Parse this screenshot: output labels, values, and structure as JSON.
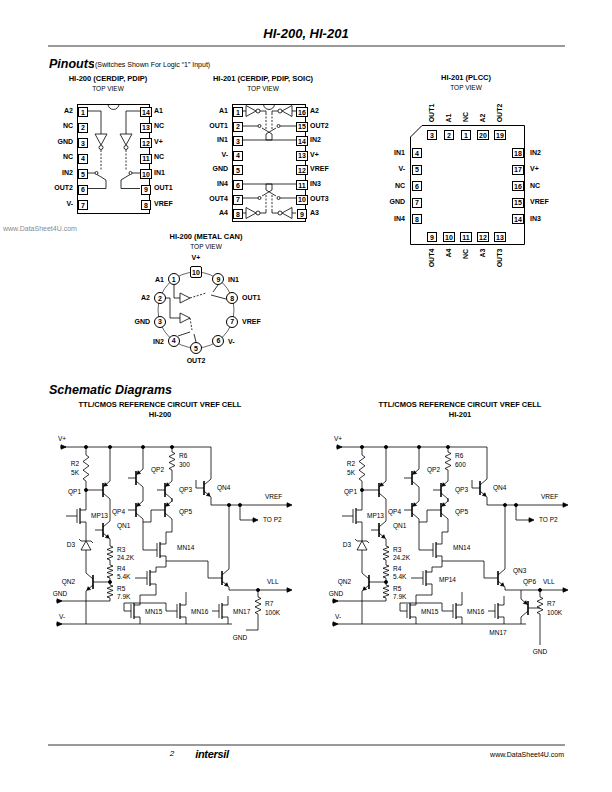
{
  "diagram": {
    "title": "HI-200, HI-201",
    "nodes": [
      {
        "text": [
          "HI-200 (CERDIP, PDIP)",
          "TOP VIEW"
        ]
      },
      {
        "text": [
          "1"
        ],
        "in": 0
      },
      {
        "text": [
          "2"
        ],
        "in": 0
      },
      {
        "text": [
          "3"
        ],
        "in": 0
      },
      {
        "text": [
          "4"
        ],
        "in": 0
      },
      {
        "text": [
          "5"
        ],
        "in": 0
      },
      {
        "text": [
          "6"
        ],
        "in": 0
      },
      {
        "text": [
          "7"
        ],
        "in": 0
      },
      {
        "text": [
          "8"
        ],
        "in": 0
      },
      {
        "text": [
          "9"
        ],
        "in": 0
      },
      {
        "text": [
          "10"
        ],
        "in": 0
      },
      {
        "text": [
          "11"
        ],
        "in": 0
      },
      {
        "text": [
          "12"
        ],
        "in": 0
      },
      {
        "text": [
          "13"
        ],
        "in": 0
      },
      {
        "text": [
          "14"
        ],
        "in": 0
      },
      {
        "text": [
          "HI-201 (CERDIP, PDIP, SOIC)",
          "TOP VIEW"
        ]
      },
      {
        "text": [
          "1"
        ],
        "in": 15
      },
      {
        "text": [
          "2"
        ],
        "in": 15
      },
      {
        "text": [
          "3"
        ],
        "in": 15
      },
      {
        "text": [
          "4"
        ],
        "in": 15
      },
      {
        "text": [
          "5"
        ],
        "in": 15
      },
      {
        "text": [
          "6"
        ],
        "in": 15
      },
      {
        "text": [
          "7"
        ],
        "in": 15
      },
      {
        "text": [
          "8"
        ],
        "in": 15
      },
      {
        "text": [
          "9"
        ],
        "in": 15
      },
      {
        "text": [
          "10"
        ],
        "in": 15
      },
      {
        "text": [
          "11"
        ],
        "in": 15
      },
      {
        "text": [
          "12"
        ],
        "in": 15
      },
      {
        "text": [
          "13"
        ],
        "in": 15
      },
      {
        "text": [
          "14"
        ],
        "in": 15
      },
      {
        "text": [
          "15"
        ],
        "in": 15
      },
      {
        "text": [
          "16"
        ],
        "in": 15
      },
      {
        "text": [
          "HI-201 (PLCC)",
          "TOP VIEW"
        ]
      },
      {
        "text": [
          "1"
        ],
        "in": 32
      },
      {
        "text": [
          "2"
        ],
        "in": 32
      },
      {
        "text": [
          "3"
        ],
        "in": 32
      },
      {
        "text": [
          "4"
        ],
        "in": 32
      },
      {
        "text": [
          "5"
        ],
        "in": 32
      },
      {
        "text": [
          "6"
        ],
        "in": 32
      },
      {
        "text": [
          "7"
        ],
        "in": 32
      },
      {
        "text": [
          "8"
        ],
        "in": 32
      },
      {
        "text": [
          "9"
        ],
        "in": 32
      },
      {
        "text": [
          "10"
        ],
        "in": 32
      },
      {
        "text": [
          "11"
        ],
        "in": 32
      },
      {
        "text": [
          "12"
        ],
        "in": 32
      },
      {
        "text": [
          "13"
        ],
        "in": 32
      },
      {
        "text": [
          "14"
        ],
        "in": 32
      },
      {
        "text": [
          "15"
        ],
        "in": 32
      },
      {
        "text": [
          "16"
        ],
        "in": 32
      },
      {
        "text": [
          "17"
        ],
        "in": 32
      },
      {
        "text": [
          "18"
        ],
        "in": 32
      },
      {
        "text": [
          "19"
        ],
        "in": 32
      },
      {
        "text": [
          "20"
        ],
        "in": 32
      },
      {
        "text": [
          "HI-200 (METAL CAN)",
          "TOP VIEW"
        ]
      },
      {
        "text": [
          "1"
        ],
        "in": 53
      },
      {
        "text": [
          "2"
        ],
        "in": 53
      },
      {
        "text": [
          "3"
        ],
        "in": 53
      },
      {
        "text": [
          "4"
        ],
        "in": 53
      },
      {
        "text": [
          "5"
        ],
        "in": 53
      },
      {
        "text": [
          "6"
        ],
        "in": 53
      },
      {
        "text": [
          "7"
        ],
        "in": 53
      },
      {
        "text": [
          "8"
        ],
        "in": 53
      },
      {
        "text": [
          "9"
        ],
        "in": 53
      },
      {
        "text": [
          "10"
        ],
        "in": 53
      }
    ],
    "labels": [
      "Pinouts",
      "(Switches Shown For Logic “1” Input)",
      "A2",
      "NC",
      "GND",
      "NC",
      "IN2",
      "OUT2",
      "V-",
      "A1",
      "NC",
      "V+",
      "NC",
      "IN1",
      "OUT1",
      "VREF",
      "A1",
      "OUT1",
      "IN1",
      "V-",
      "GND",
      "IN4",
      "OUT4",
      "A4",
      "A2",
      "OUT2",
      "IN2",
      "V+",
      "VREF",
      "IN3",
      "OUT3",
      "A3",
      "OUT1",
      "A1",
      "NC",
      "A2",
      "OUT2",
      "IN1",
      "V-",
      "NC",
      "GND",
      "IN4",
      "IN2",
      "V+",
      "NC",
      "VREF",
      "IN3",
      "OUT4",
      "A4",
      "NC",
      "A3",
      "OUT3",
      "V+",
      "A1",
      "A2",
      "GND",
      "IN2",
      "OUT2",
      "V-",
      "VREF",
      "OUT1",
      "IN1",
      "Schematic Diagrams",
      "TTL/CMOS REFERENCE CIRCUIT VREF CELL",
      "HI-200",
      "TTL/CMOS REFERENCE CIRCUIT VREF CELL",
      "HI-201",
      "V+",
      "R2",
      "5K",
      "R6",
      "300",
      "QP1",
      "QP2",
      "QP3",
      "QN4",
      "VREF",
      "TO P2",
      "QP4",
      "QP5",
      "MP13",
      "QN1",
      "D3",
      "R3",
      "24.2K",
      "MN14",
      "R4",
      "5.4K",
      "QN2",
      "VLL",
      "R5",
      "7.9K",
      "GND",
      "MN15",
      "MN16",
      "MN17",
      "R7",
      "100K",
      "V-",
      "GND",
      "V+",
      "R2",
      "5K",
      "R6",
      "600",
      "QP1",
      "QP2",
      "QP3",
      "QN4",
      "VREF",
      "TO P2",
      "QP4",
      "QP5",
      "MP13",
      "QN1",
      "D3",
      "R3",
      "24.2K",
      "MN14",
      "MP14",
      "R4",
      "5.4K",
      "QN2",
      "QN3",
      "VLL",
      "R5",
      "7.9K",
      "GND",
      "MN15",
      "MN16",
      "MN17",
      "QP6",
      "R7",
      "100K",
      "V-",
      "GND",
      "2",
      "intersil",
      "www.DataSheet4U.com",
      "www.DataSheet4U.com"
    ]
  }
}
